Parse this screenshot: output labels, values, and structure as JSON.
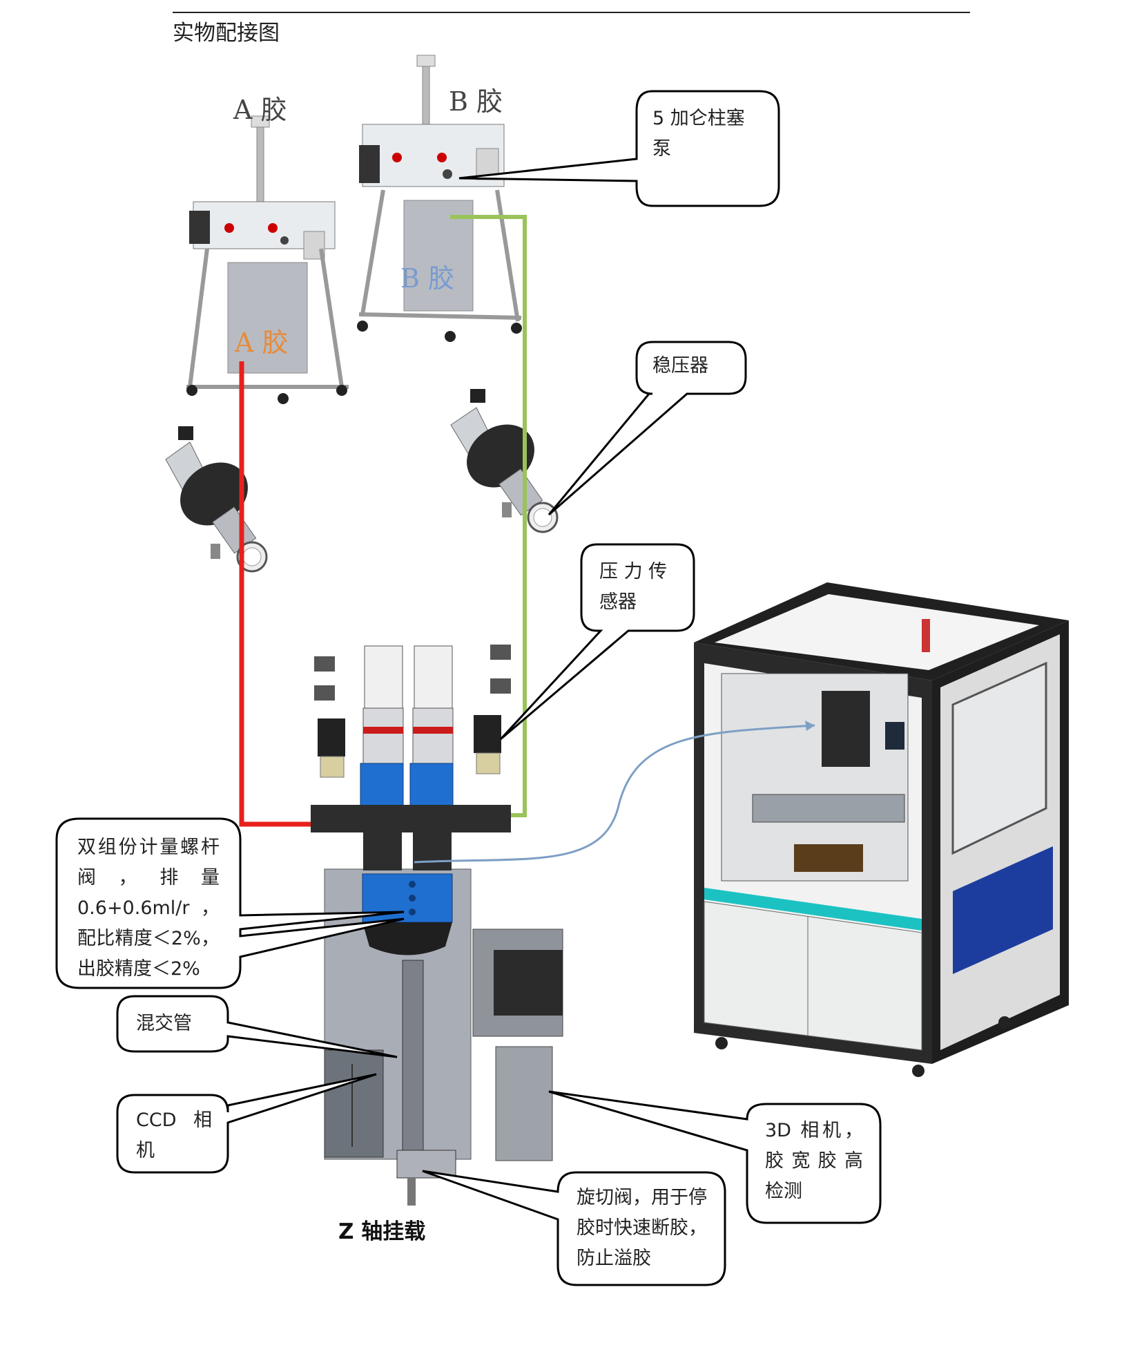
{
  "title": "实物配接图",
  "labels": {
    "glue_a": "A 胶",
    "glue_b": "B 胶",
    "tank_a_text": "A 胶",
    "tank_b_text": "B 胶",
    "z_axis": "Z 轴挂载"
  },
  "callouts": {
    "pump": "5 加仑柱塞泵",
    "regulator": "稳压器",
    "pressure_sensor": "压 力 传 感器",
    "metering_valve": "双组份计量螺杆阀 ， 排 量 0.6+0.6ml/r， 配比精度＜2%，出胶精度＜2%",
    "mixing_tube": "混交管",
    "ccd_camera": "CCD 相 机",
    "camera_3d": "3D 相机，胶 宽 胶 高 检测",
    "rotary_cut_valve": "旋切阀，用于停胶时快速断胶，防止溢胶"
  },
  "colors": {
    "line_a": "#e8201c",
    "line_b": "#9ac35a",
    "valve_blue": "#1f6fd0",
    "frame": "#1a1a1a",
    "accent_cyan": "#1cc2c2",
    "connector_curve": "#7d9fc4",
    "tank_a_text": "#e88a3a",
    "tank_b_text": "#7a9bd0"
  }
}
